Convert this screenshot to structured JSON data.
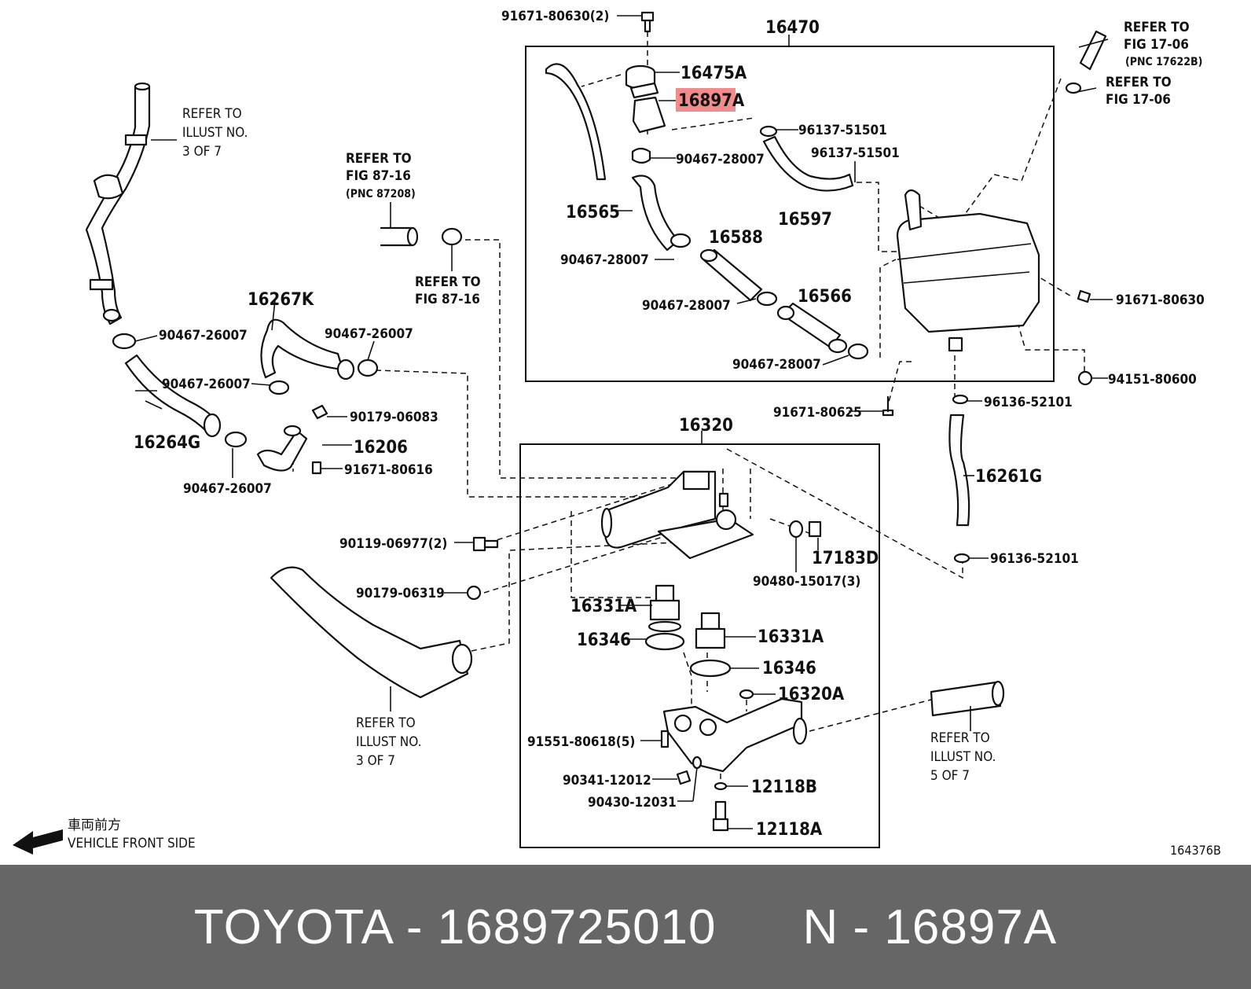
{
  "labels": {
    "l_91671_80630_2": "91671-80630(2)",
    "l_16470": "16470",
    "l_16475A": "16475A",
    "l_16897A": "16897A",
    "l_96137_51501_a": "96137-51501",
    "l_96137_51501_b": "96137-51501",
    "l_90467_28007_a": "90467-28007",
    "l_90467_28007_b": "90467-28007",
    "l_90467_28007_c": "90467-28007",
    "l_90467_28007_d": "90467-28007",
    "l_16565": "16565",
    "l_16597": "16597",
    "l_16588": "16588",
    "l_16566": "16566",
    "l_91671_80630": "91671-80630",
    "l_94151_80600": "94151-80600",
    "l_91671_80625": "91671-80625",
    "l_96136_52101_a": "96136-52101",
    "l_96136_52101_b": "96136-52101",
    "l_16261G": "16261G",
    "l_16320": "16320",
    "l_17183D": "17183D",
    "l_90480_15017": "90480-15017(3)",
    "l_90119_06977": "90119-06977(2)",
    "l_90179_06319": "90179-06319",
    "l_16331A_a": "16331A",
    "l_16331A_b": "16331A",
    "l_16346_a": "16346",
    "l_16346_b": "16346",
    "l_16320A": "16320A",
    "l_91551_80618": "91551-80618(5)",
    "l_90341_12012": "90341-12012",
    "l_90430_12031": "90430-12031",
    "l_12118B": "12118B",
    "l_12118A": "12118A",
    "l_16267K": "16267K",
    "l_90467_26007_a": "90467-26007",
    "l_90467_26007_b": "90467-26007",
    "l_90467_26007_c": "90467-26007",
    "l_90467_26007_d": "90467-26007",
    "l_90179_06083": "90179-06083",
    "l_16206": "16206",
    "l_91671_80616": "91671-80616",
    "l_16264G": "16264G",
    "l_164376B": "164376B"
  },
  "refs": {
    "ref_ill3_top": [
      "REFER TO",
      "ILLUST NO.",
      "3 OF 7"
    ],
    "ref_fig8716_top": [
      "REFER TO",
      "FIG 87-16",
      "(PNC 87208)"
    ],
    "ref_fig8716_mid": [
      "REFER TO",
      "FIG 87-16"
    ],
    "ref_fig1706_top": [
      "REFER TO",
      "FIG 17-06",
      "(PNC 17622B)"
    ],
    "ref_fig1706_mid": [
      "REFER TO",
      "FIG 17-06"
    ],
    "ref_ill3_bot": [
      "REFER TO",
      "ILLUST NO.",
      "3 OF 7"
    ],
    "ref_ill5": [
      "REFER TO",
      "ILLUST NO.",
      "5 OF 7"
    ]
  },
  "front": {
    "jp": "車両前方",
    "en": "VEHICLE FRONT SIDE"
  },
  "highlight_color": "#f28b8b",
  "banner": {
    "left": "TOYOTA - 1689725010",
    "right": "N - 16897A"
  }
}
